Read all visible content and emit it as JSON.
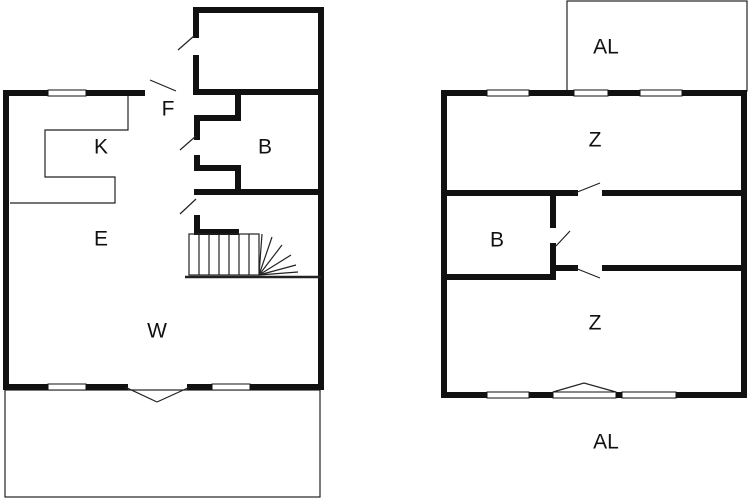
{
  "plans": {
    "ground_floor": {
      "rooms": {
        "F": "F",
        "K": "K",
        "B": "B",
        "E": "E",
        "W": "W"
      }
    },
    "upper_floor": {
      "rooms": {
        "AL_top": "AL",
        "Z_top": "Z",
        "B": "B",
        "Z_bottom": "Z",
        "AL_bottom": "AL"
      }
    }
  }
}
